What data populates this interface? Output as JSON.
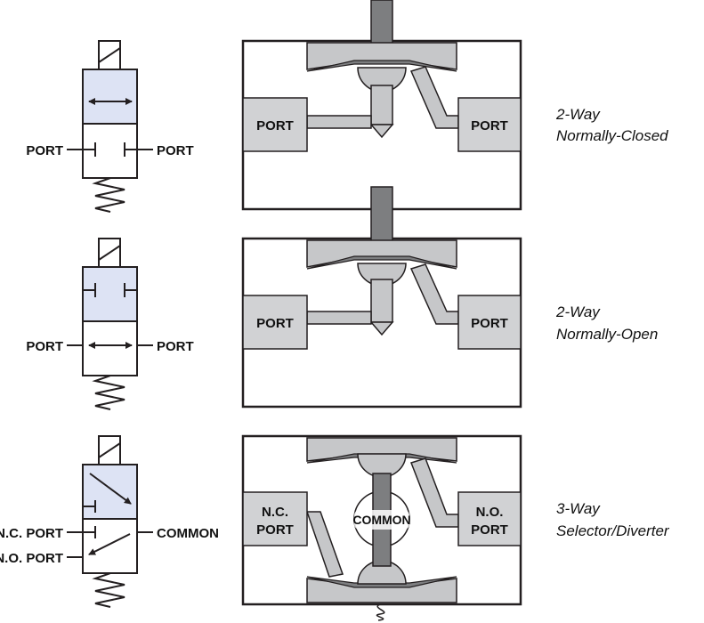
{
  "labels": {
    "port": "PORT",
    "nc_port": "N.C. PORT",
    "no_port": "N.O. PORT",
    "common": "COMMON",
    "nc": "N.C.",
    "no": "N.O."
  },
  "captions": [
    {
      "line1": "2-Way",
      "line2": "Normally-Closed"
    },
    {
      "line1": "2-Way",
      "line2": "Normally-Open"
    },
    {
      "line1": "3-Way",
      "line2": "Selector/Diverter"
    }
  ],
  "colors": {
    "symbol_fill": "#dde3f4",
    "port_fill": "#d1d2d4",
    "body_fill": "#c6c7c9",
    "stem_fill": "#7d7e80",
    "line": "#231f20"
  }
}
